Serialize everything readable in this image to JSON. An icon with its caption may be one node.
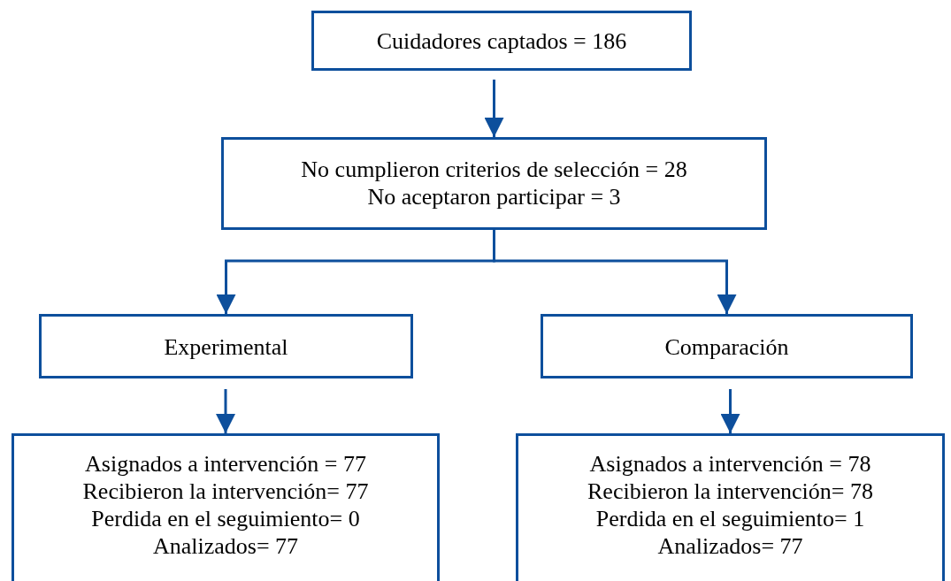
{
  "diagram": {
    "nodes": [
      {
        "text": [
          "Cuidadores captados = 186"
        ]
      },
      {
        "text": [
          "No cumplieron criterios de selección = 28",
          "No aceptaron participar = 3"
        ]
      },
      {
        "text": [
          "Experimental"
        ]
      },
      {
        "text": [
          "Comparación"
        ]
      },
      {
        "text": [
          "Asignados a intervención = 77",
          "Recibieron la intervención= 77",
          "Perdida en el seguimiento= 0",
          "Analizados= 77"
        ]
      },
      {
        "text": [
          "Asignados a intervención = 78",
          "Recibieron la intervención= 78",
          "Perdida en el seguimiento= 1",
          "Analizados= 77"
        ]
      }
    ],
    "edges": [
      {
        "from": 0,
        "to": 1,
        "arrow": "to"
      },
      {
        "from": 1,
        "to": 2,
        "arrow": "to"
      },
      {
        "from": 1,
        "to": 3,
        "arrow": "to"
      },
      {
        "from": 2,
        "to": 4,
        "arrow": "to"
      },
      {
        "from": 3,
        "to": 5,
        "arrow": "to"
      }
    ]
  }
}
